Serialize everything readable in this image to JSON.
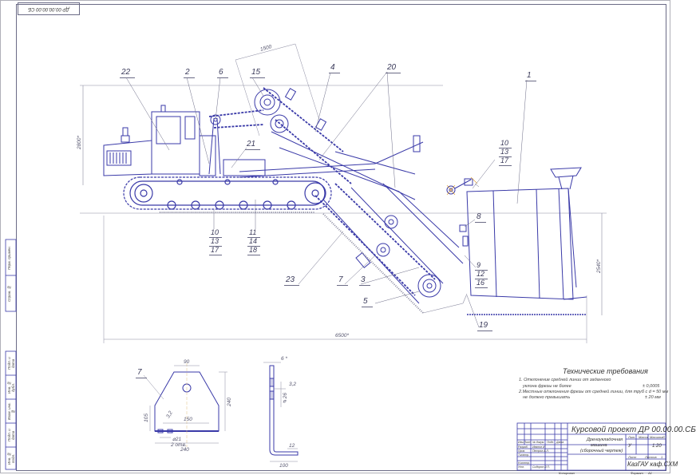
{
  "sheet": {
    "corner_code": "ДР 00.00.00.00 СБ",
    "format_label": "Формат",
    "format_value": "А1",
    "copied_label": "Копировал"
  },
  "side_strip": {
    "upper": [
      "Перв. примен.",
      "Справ. №"
    ],
    "lower": [
      "Подп. и дата",
      "Инв. № дубл.",
      "Взам. инв. №",
      "Подп. и дата",
      "Инв. № подл."
    ]
  },
  "callouts": [
    {
      "id": "22",
      "label": "22"
    },
    {
      "id": "2",
      "label": "2"
    },
    {
      "id": "6",
      "label": "6"
    },
    {
      "id": "15",
      "label": "15"
    },
    {
      "id": "4",
      "label": "4"
    },
    {
      "id": "20",
      "label": "20"
    },
    {
      "id": "1",
      "label": "1"
    },
    {
      "id": "21",
      "label": "21"
    },
    {
      "id": "8",
      "label": "8"
    },
    {
      "id": "23",
      "label": "23"
    },
    {
      "id": "7",
      "label": "7"
    },
    {
      "id": "3",
      "label": "3"
    },
    {
      "id": "5",
      "label": "5"
    },
    {
      "id": "19",
      "label": "19"
    },
    {
      "id": "7b",
      "label": "7"
    }
  ],
  "stacks": {
    "left_track": [
      "10",
      "13",
      "17"
    ],
    "mid_track": [
      "11",
      "14",
      "18"
    ],
    "bucket_top": [
      "10",
      "13",
      "17"
    ],
    "bucket_low": [
      "9",
      "12",
      "16"
    ]
  },
  "dimensions": {
    "boom_length": "1500",
    "height_left": "2800*",
    "height_right": "2540*",
    "overall_length": "6500*"
  },
  "detail_plate": {
    "top_width": "90",
    "height": "240",
    "side_height": "105",
    "hole_spacing": "150",
    "roughness": "3,2",
    "hole_dia": "⌀21",
    "holes_count": "2 отв.",
    "base_width": "240"
  },
  "detail_bracket": {
    "thickness": "6 *",
    "roughness": "3,2",
    "hole_dia": "⌀26",
    "roughness2": "12",
    "length": "100"
  },
  "tech_requirements": {
    "title": "Технические требования",
    "lines": [
      {
        "text": "1. Отклонение средней линии от заданного",
        "value": ""
      },
      {
        "text": "уклона фрезы не более",
        "value": "± 0,0005"
      },
      {
        "text": "2.Местные отклонения фрезы от средней линии, для труб с d = 50 мм",
        "value": ""
      },
      {
        "text": "не должно превышать",
        "value": "± 20 мм"
      }
    ]
  },
  "title_block": {
    "doc_number": "Курсовой проект ДР 00.00.00.СБ",
    "name_line1": "Дреноукладочная",
    "name_line2": "машина",
    "name_line3": "(сборочный чертеж)",
    "lit_header": "Лит.",
    "mass_header": "Масса",
    "scale_header": "Масштаб",
    "lit_value": "У",
    "scale_value": "1:20",
    "sheet_label": "Лист",
    "sheets_label": "Листов",
    "sheets_value": "1",
    "org": "КазГАУ каф.СХМ",
    "rows": [
      {
        "role": "Изм.Лист",
        "name": "№ докум.",
        "sign": "Подп.",
        "date": "Дата"
      },
      {
        "role": "Разраб.",
        "name": "Иванов И.",
        "sign": "",
        "date": ""
      },
      {
        "role": "Пров.",
        "name": "Петров А.Л.",
        "sign": "",
        "date": ""
      },
      {
        "role": "Т.контр.",
        "name": "",
        "sign": "",
        "date": ""
      },
      {
        "role": "",
        "name": "",
        "sign": "",
        "date": ""
      },
      {
        "role": "Н.контр.",
        "name": "",
        "sign": "",
        "date": ""
      },
      {
        "role": "Утв.",
        "name": "Сидоров Л.П.",
        "sign": "",
        "date": ""
      }
    ]
  },
  "colors": {
    "line": "#3a3aa8",
    "frame": "#6b6b86",
    "thin": "#8a8aa0",
    "accent": "#e0a030"
  }
}
